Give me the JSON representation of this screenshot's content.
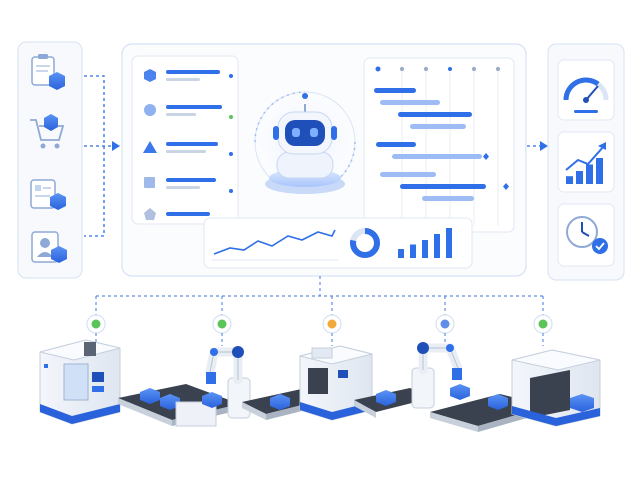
{
  "colors": {
    "accent": "#2f6fe8",
    "accent_light": "#9dbcf6",
    "panel_border": "#d6e2f3",
    "panel_fill": "#f7f9fd",
    "line_gray": "#c9d4e4",
    "status_green": "#5cc45a",
    "status_orange": "#f2a93b",
    "status_blue": "#5f8fe8"
  },
  "icons": {
    "left_panel": [
      "clipboard-cube-icon",
      "cart-cube-icon",
      "document-cube-icon",
      "user-cube-icon"
    ],
    "right_panel": [
      "speedometer-icon",
      "growth-chart-icon",
      "clock-check-icon"
    ],
    "center": [
      "ai-robot-icon",
      "line-chart-icon",
      "donut-chart-icon",
      "bar-chart-icon"
    ],
    "list_shapes": [
      "hexagon-icon",
      "circle-icon",
      "triangle-icon",
      "square-icon",
      "pentagon-icon"
    ]
  },
  "station_status": [
    "green",
    "green",
    "orange",
    "blue",
    "green"
  ],
  "mini_bar_levels": [
    0.3,
    0.45,
    0.6,
    0.8,
    1.0
  ],
  "growth_bar_levels": [
    0.3,
    0.5,
    0.75,
    1.0
  ],
  "donut_fraction": 0.78
}
